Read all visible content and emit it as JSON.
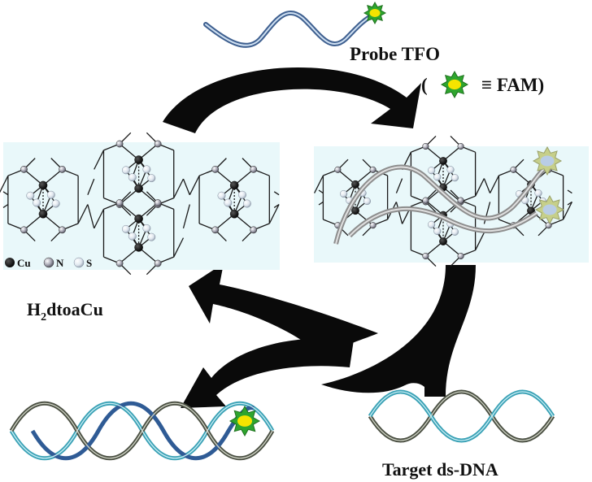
{
  "labels": {
    "probe_tfo": "Probe TFO",
    "fam_open": "(",
    "fam_equiv": "≡ FAM)",
    "complex_h": "H",
    "complex_sub": "2",
    "complex_rest": "dtoaCu",
    "target_dsdna": "Target ds-DNA"
  },
  "legend": [
    {
      "symbol": "Cu",
      "label": "Cu"
    },
    {
      "symbol": "N",
      "label": "N"
    },
    {
      "symbol": "S",
      "label": "S"
    }
  ],
  "colors": {
    "panel_bg": "#e9f8fa",
    "arrow": "#0a0a0a",
    "star_green": "#2ea52e",
    "star_core": "#f5e400",
    "probe_strand": "#5c7fb0",
    "quenched_star": "#c6cf8a",
    "helix_teal": "#3aa1b5",
    "helix_dark": "#4a4f42",
    "helix_blue": "#2f5b95"
  },
  "icons": {
    "fam_star": "fam-star-icon",
    "arrow": "curved-arrow-icon"
  }
}
